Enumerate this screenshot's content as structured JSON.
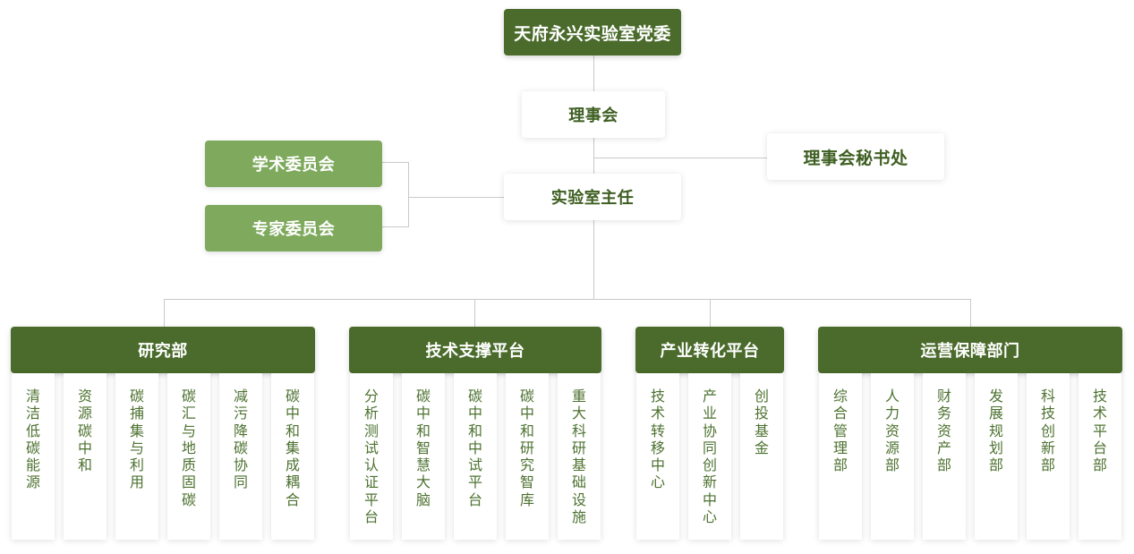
{
  "top": {
    "party": "天府永兴实验室党委",
    "board": "理事会",
    "secretariat": "理事会秘书处",
    "director": "实验室主任"
  },
  "committees": {
    "academic": "学术委员会",
    "expert": "专家委员会"
  },
  "departments": [
    {
      "name": "研究部",
      "items": [
        "清洁低碳能源",
        "资源碳中和",
        "碳捕集与利用",
        "碳汇与地质固碳",
        "减污降碳协同",
        "碳中和集成耦合"
      ]
    },
    {
      "name": "技术支撑平台",
      "items": [
        "分析测试认证平台",
        "碳中和智慧大脑",
        "碳中和中试平台",
        "碳中和研究智库",
        "重大科研基础设施"
      ]
    },
    {
      "name": "产业转化平台",
      "items": [
        "技术转移中心",
        "产业协同创新中心",
        "创投基金"
      ]
    },
    {
      "name": "运营保障部门",
      "items": [
        "综合管理部",
        "人力资源部",
        "财务资产部",
        "发展规划部",
        "科技创新部",
        "技术平台部"
      ]
    }
  ],
  "colors": {
    "dark_green": "#4a6b2b",
    "light_green": "#7faa5e",
    "text_green": "#4d7230",
    "connector": "#c9c9c9"
  }
}
